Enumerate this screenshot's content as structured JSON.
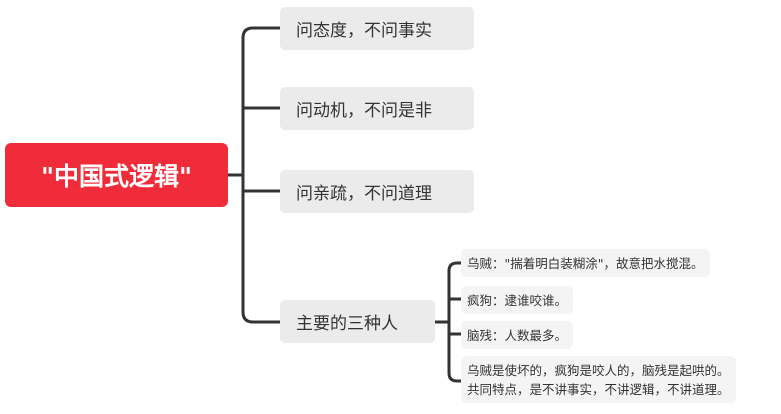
{
  "root": {
    "label": "\"中国式逻辑\"",
    "color": "#f12c3a"
  },
  "branches": [
    {
      "label": "问态度，不问事实"
    },
    {
      "label": "问动机，不问是非"
    },
    {
      "label": "问亲疏，不问道理"
    },
    {
      "label": "主要的三种人"
    }
  ],
  "leaves": [
    {
      "label": "乌贼：\"揣着明白装糊涂\"，故意把水搅混。"
    },
    {
      "label": "疯狗：逮谁咬谁。"
    },
    {
      "label": "脑残：人数最多。"
    },
    {
      "line1": "乌贼是使坏的，疯狗是咬人的，脑残是起哄的。",
      "line2": "共同特点，是不讲事实，不讲逻辑，不讲道理。"
    }
  ]
}
